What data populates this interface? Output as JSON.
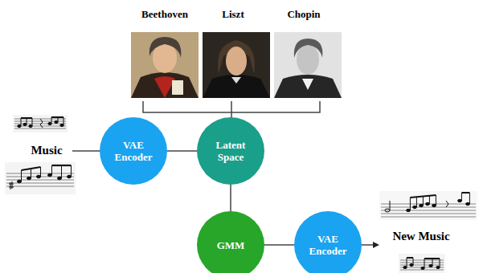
{
  "diagram": {
    "nodes": [
      {
        "text": [
          "VAE Encoder"
        ]
      },
      {
        "text": [
          "Latent Space"
        ]
      },
      {
        "text": [
          "GMM"
        ]
      },
      {
        "text": [
          "VAE Encoder"
        ]
      }
    ],
    "edges": [
      {
        "from": 0,
        "to": 1,
        "arrow": "none"
      },
      {
        "from": 1,
        "to": 2,
        "arrow": "none"
      },
      {
        "from": 2,
        "to": 3,
        "arrow": "none"
      }
    ],
    "labels": [
      "Beethoven",
      "Liszt",
      "Chopin",
      "Music",
      "New Music"
    ]
  }
}
